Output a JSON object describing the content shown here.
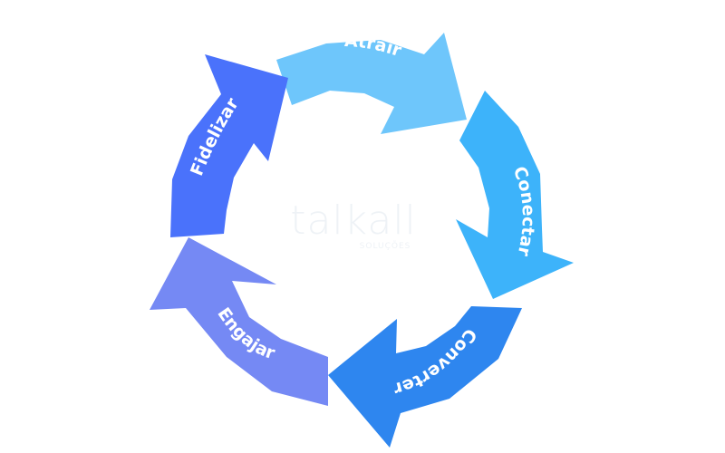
{
  "diagram": {
    "segments": [
      {
        "label": "Atrair",
        "color": "#6ec6fb"
      },
      {
        "label": "Conectar",
        "color": "#3db3fa"
      },
      {
        "label": "Converter",
        "color": "#2e86ef"
      },
      {
        "label": "Engajar",
        "color": "#7589f4"
      },
      {
        "label": "Fidelizar",
        "color": "#4a72fb"
      }
    ]
  },
  "watermark": {
    "brand": "talkall",
    "tagline": "SOLUÇÕES",
    "icon": "talkall-logo"
  }
}
